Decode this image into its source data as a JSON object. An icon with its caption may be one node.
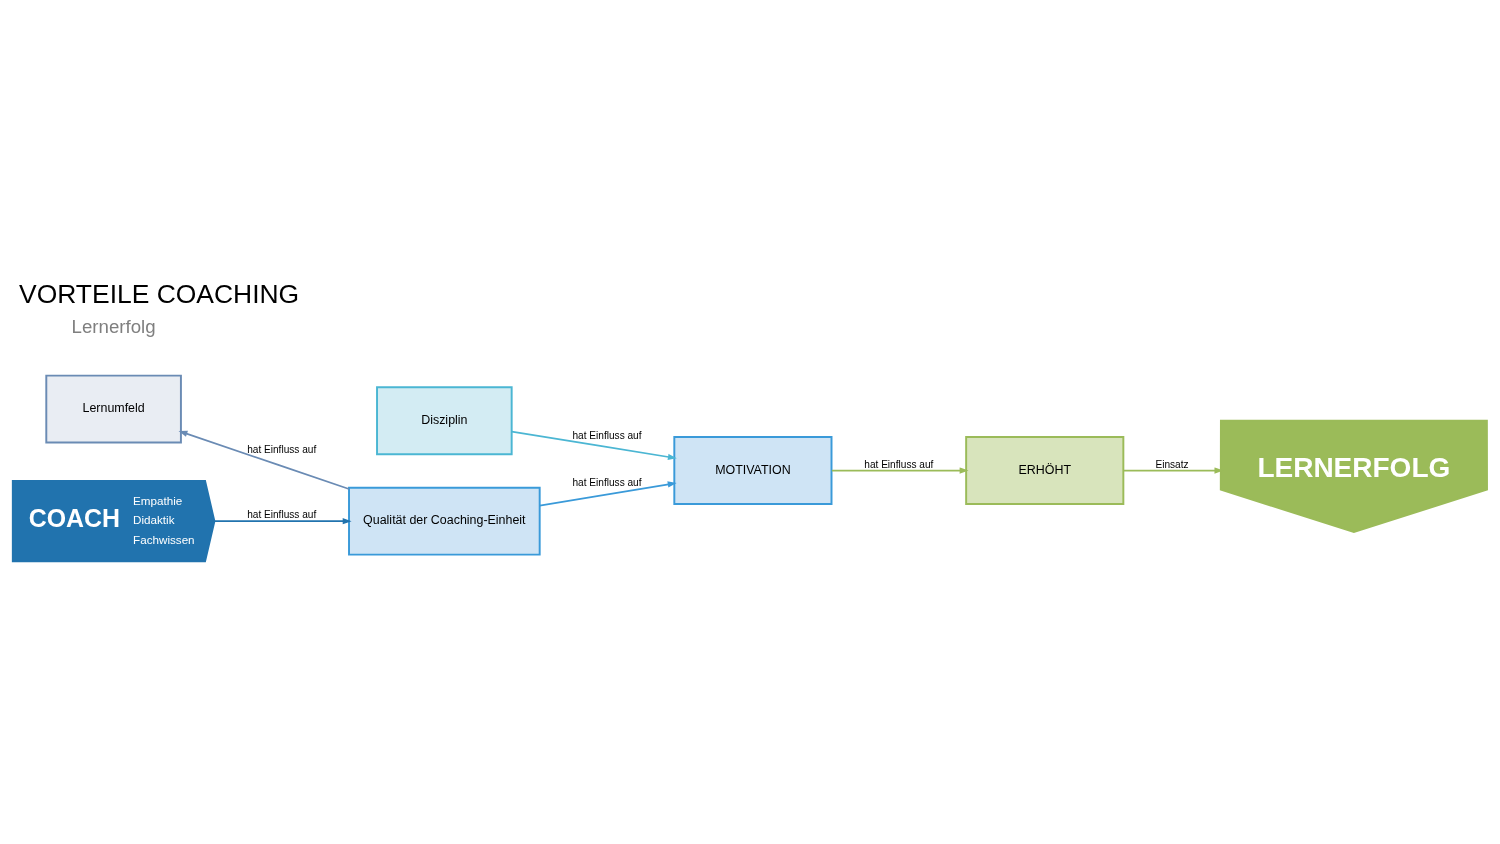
{
  "diagram": {
    "title": "VORTEILE COACHING",
    "nodes": [
      {
        "text": [
          "Disziplin"
        ]
      },
      {
        "text": [
          "MOTIVATION"
        ]
      },
      {
        "text": [
          "LERNERFOLG"
        ]
      },
      {
        "text": [
          "Lernumfeld"
        ]
      },
      {
        "text": [
          "Qualität der Coaching-Einheit"
        ]
      },
      {
        "text": [
          "ERHÖHT"
        ]
      },
      {
        "text": [
          "COACH",
          "Empathie",
          "Didaktik",
          "Fachwissen"
        ]
      }
    ],
    "edges": [
      {
        "from": 0,
        "to": 1,
        "arrow": "to",
        "label": "hat Einfluss auf",
        "color": "#4bb6d3"
      },
      {
        "from": 1,
        "to": 5,
        "arrow": "to",
        "label": "hat Einfluss auf",
        "color": "#9bbb59"
      },
      {
        "from": 4,
        "to": 3,
        "arrow": "to",
        "label": "hat Einfluss auf",
        "color": "#6a8bb4"
      },
      {
        "from": 4,
        "to": 1,
        "arrow": "to",
        "label": "hat Einfluss auf",
        "color": "#3a9ad9"
      },
      {
        "from": 6,
        "to": 4,
        "arrow": "to",
        "label": "hat Einfluss auf",
        "color": "#2173ae"
      },
      {
        "from": 5,
        "to": 2,
        "arrow": "to",
        "label": "Einsatz",
        "color": "#9bbb59"
      }
    ],
    "labels": [
      "Lernerfolg"
    ]
  }
}
